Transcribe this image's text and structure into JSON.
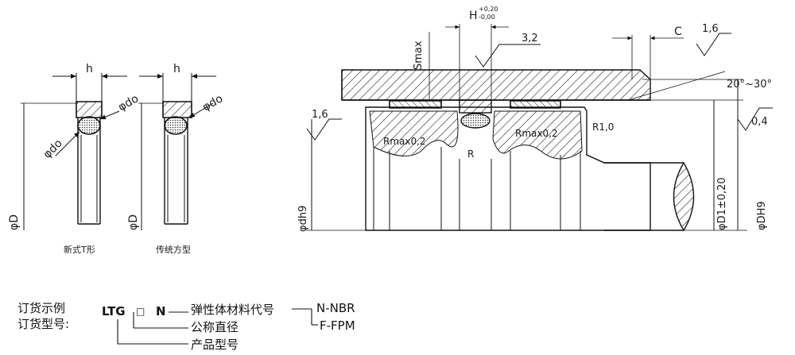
{
  "left_views": {
    "view1": {
      "h": "h",
      "do": "φdo",
      "D": "φD",
      "caption": "新式T形"
    },
    "view2": {
      "h": "h",
      "do": "φdo",
      "D": "φD",
      "caption": "传统方型"
    }
  },
  "install": {
    "H": "H",
    "H_upper": "+0,20",
    "H_lower": "-0,00",
    "roughness_32": "3,2",
    "C": "C",
    "roughness_16_right": "1,6",
    "angle": "20°~30°",
    "roughness_04": "0,4",
    "Smax": "Smax",
    "roughness_16_left": "1,6",
    "Rmax_left": "Rmax0,2",
    "Rmax_right": "Rmax0,2",
    "R10": "R1,0",
    "R": "R",
    "d": "φdh9",
    "D1": "φD1±0,20",
    "DH": "φDH9"
  },
  "order": {
    "example_label": "订货示例",
    "model_label": "订货型号:",
    "series": "LTG",
    "box": "□",
    "material_code": "N",
    "material_desc": "弹性体材料代号",
    "nbr": "N-NBR",
    "fpm": "F-FPM",
    "diameter_desc": "公称直径",
    "product_desc": "产品型号"
  }
}
